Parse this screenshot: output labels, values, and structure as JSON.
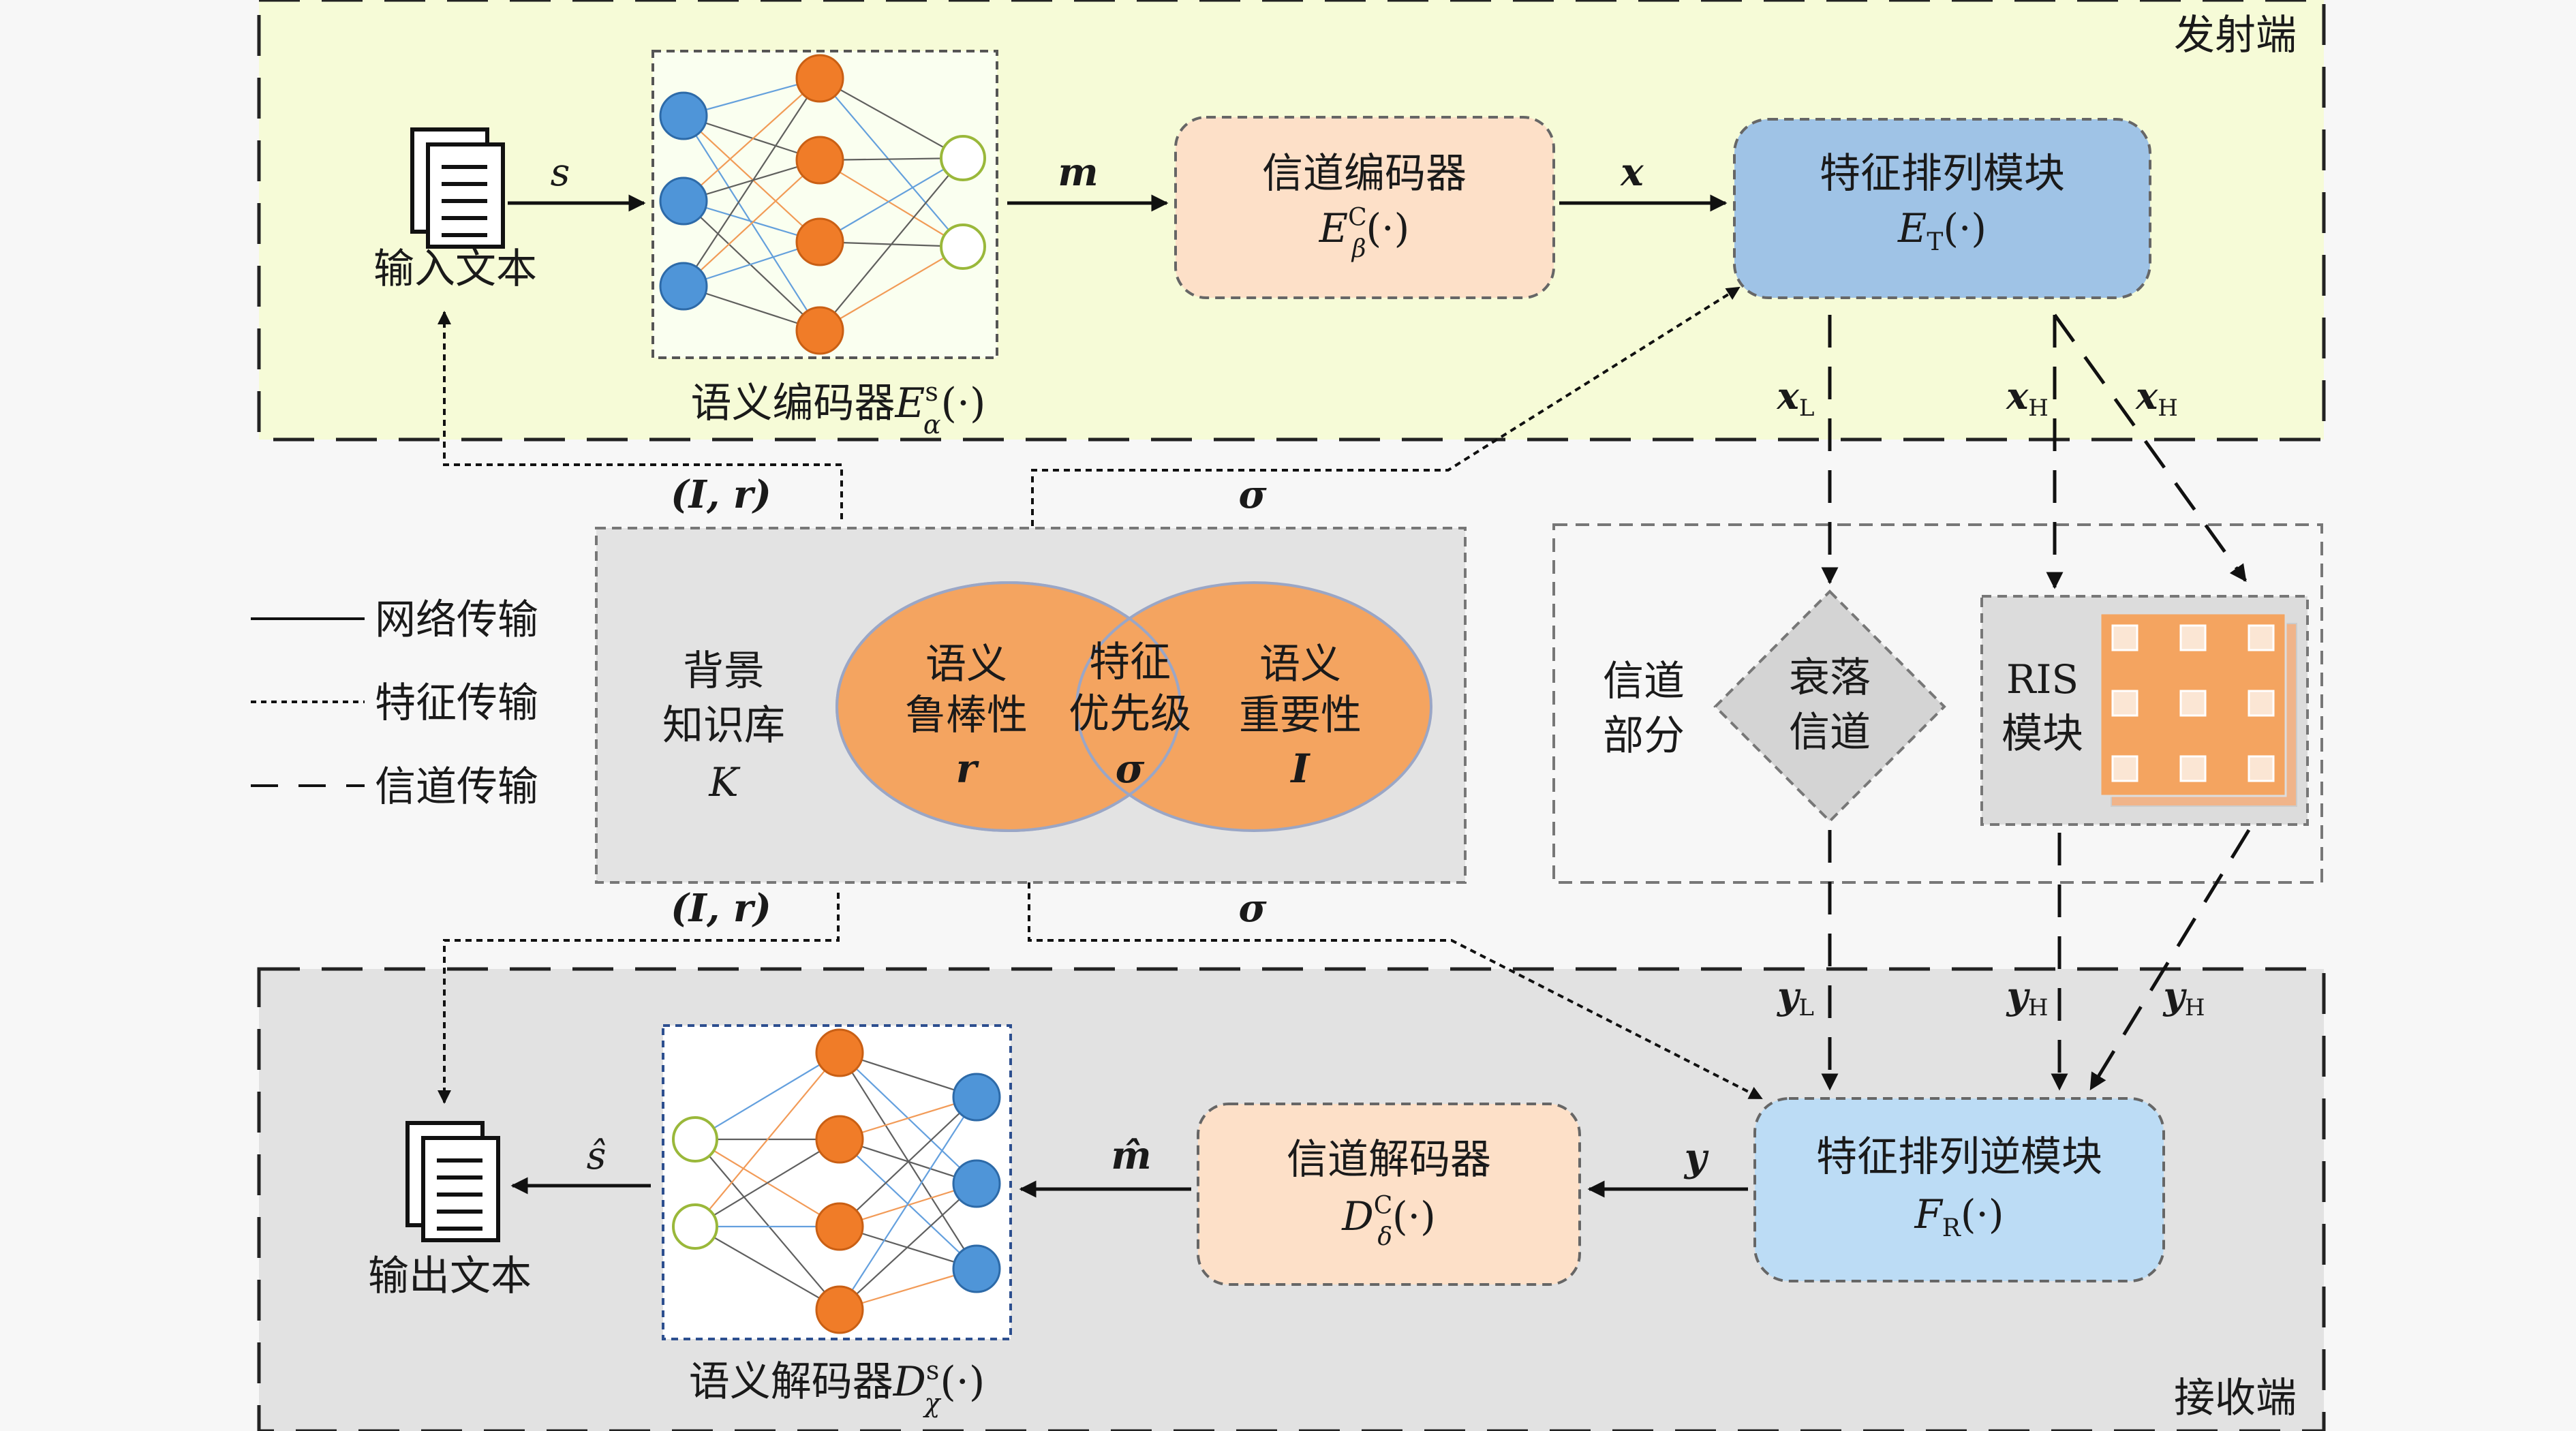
{
  "regions": {
    "transmitter": "发射端",
    "receiver": "接收端"
  },
  "input_text": "输入文本",
  "output_text": "输出文本",
  "semantic_encoder": {
    "label": "语义编码器",
    "math": "E",
    "sup": "s",
    "sub": "α",
    "arg": "(·)"
  },
  "semantic_decoder": {
    "label": "语义解码器",
    "math": "D",
    "sup": "s",
    "sub": "χ",
    "arg": "(·)"
  },
  "channel_encoder": {
    "label": "信道编码器",
    "math": "E",
    "sup": "C",
    "sub": "β",
    "arg": "(·)"
  },
  "channel_decoder": {
    "label": "信道解码器",
    "math": "D",
    "sup": "C",
    "sub": "δ",
    "arg": "(·)"
  },
  "feature_arrange": {
    "label": "特征排列模块",
    "math": "E",
    "sub": "T",
    "arg": "(·)"
  },
  "feature_inverse": {
    "label": "特征排列逆模块",
    "math": "F",
    "sub": "R",
    "arg": "(·)"
  },
  "knowledge_base": {
    "line1": "背景",
    "line2": "知识库",
    "symbol": "K",
    "left_ellipse": {
      "line1": "语义",
      "line2": "鲁棒性",
      "symbol": "r"
    },
    "middle": {
      "line1": "特征",
      "line2": "优先级",
      "symbol": "σ"
    },
    "right_ellipse": {
      "line1": "语义",
      "line2": "重要性",
      "symbol": "I"
    }
  },
  "channel_part": {
    "line1": "信道",
    "line2": "部分",
    "fading": {
      "line1": "衰落",
      "line2": "信道"
    },
    "ris": {
      "line1": "RIS",
      "line2": "模块"
    }
  },
  "legend": {
    "network": "网络传输",
    "feature": "特征传输",
    "channel": "信道传输"
  },
  "signals": {
    "s": "s",
    "m": "m",
    "x": "x",
    "y": "y",
    "s_hat": "ŝ",
    "m_hat": "m̂",
    "xL": "x",
    "xL_sub": "L",
    "xH": "x",
    "xH_sub": "H",
    "yL": "y",
    "yL_sub": "L",
    "yH": "y",
    "yH_sub": "H",
    "Ir": "(I, r)",
    "sigma": "σ"
  },
  "colors": {
    "tx_bg": "#f6fbd7",
    "rx_bg": "#e2e2e2",
    "channel_box": "#fde0c8",
    "feature_arrange_fill": "#9fc3e6",
    "feature_inverse_fill": "#bcdcf5",
    "ellipse": "#f4a460",
    "node_blue": "#4f95d8",
    "node_orange": "#f07c28"
  }
}
